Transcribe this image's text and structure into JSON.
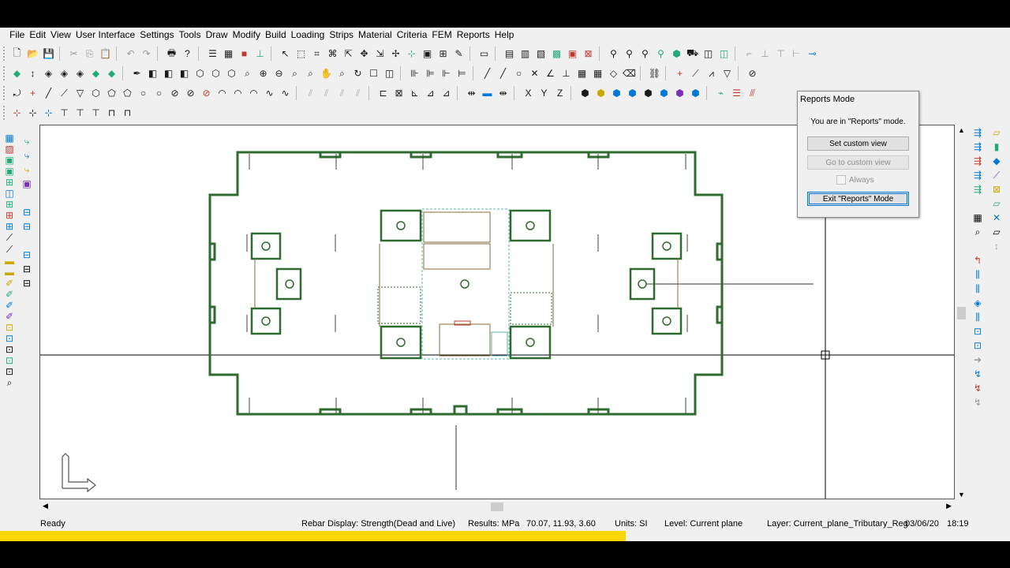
{
  "menu": [
    "File",
    "Edit",
    "View",
    "User Interface",
    "Settings",
    "Tools",
    "Draw",
    "Modify",
    "Build",
    "Loading",
    "Strips",
    "Material",
    "Criteria",
    "FEM",
    "Reports",
    "Help"
  ],
  "popup": {
    "title": "Reports Mode",
    "message": "You are in \"Reports\" mode.",
    "set_custom_view": "Set custom view",
    "go_to_custom_view": "Go to custom view",
    "always_label": "Always",
    "exit_label": "Exit \"Reports\" Mode"
  },
  "status": {
    "ready": "Ready",
    "rebar_display": "Rebar Display: Strength(Dead and Live)",
    "results": "Results: MPa",
    "coords": "70.07, 11.93, 3.60",
    "units": "Units: SI",
    "level": "Level: Current plane",
    "layer": "Layer: Current_plane_Tributary_Reg",
    "date": "03/06/20",
    "time": "18:19"
  },
  "colors": {
    "slab_outline": "#2e6b2e",
    "beam": "#8b6b3a",
    "opening": "#5fb3b3",
    "accent_blue": "#0078d7",
    "progress": "#ffd700"
  }
}
